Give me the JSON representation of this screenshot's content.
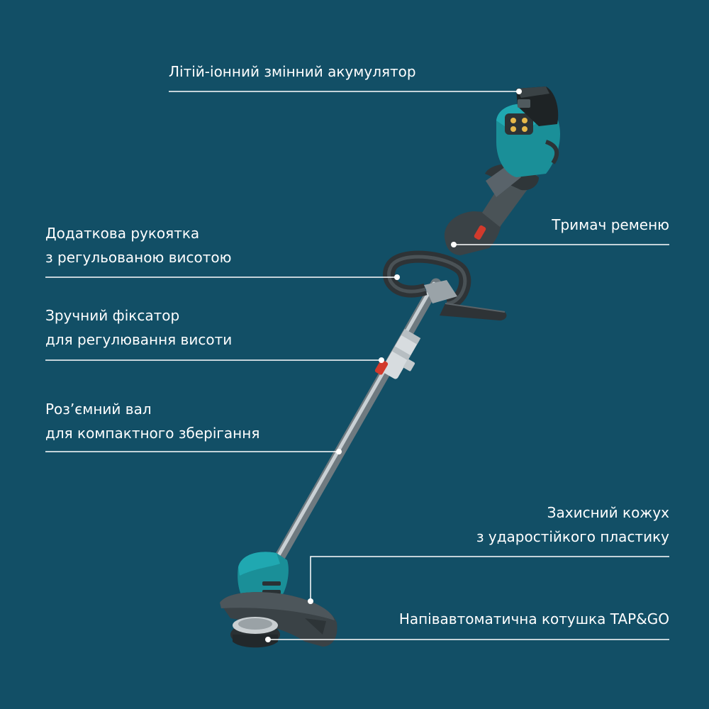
{
  "background_color": "#124f66",
  "accent_color": "#1a9aa5",
  "callouts": {
    "battery": {
      "lines": [
        "Літій-іонний змінний акумулятор"
      ]
    },
    "belt_holder": {
      "lines": [
        "Тримач ременю"
      ]
    },
    "aux_handle": {
      "lines": [
        "Додаткова рукоятка",
        "з регульованою висотою"
      ]
    },
    "height_lock": {
      "lines": [
        "Зручний фіксатор",
        "для регулювання висоти"
      ]
    },
    "shaft": {
      "lines": [
        "Роз’ємний вал",
        "для компактного зберігання"
      ]
    },
    "guard": {
      "lines": [
        "Захисний кожух",
        "з ударостійкого пластику"
      ]
    },
    "spool": {
      "lines": [
        "Напівавтоматична котушка TAP&GO"
      ]
    }
  }
}
